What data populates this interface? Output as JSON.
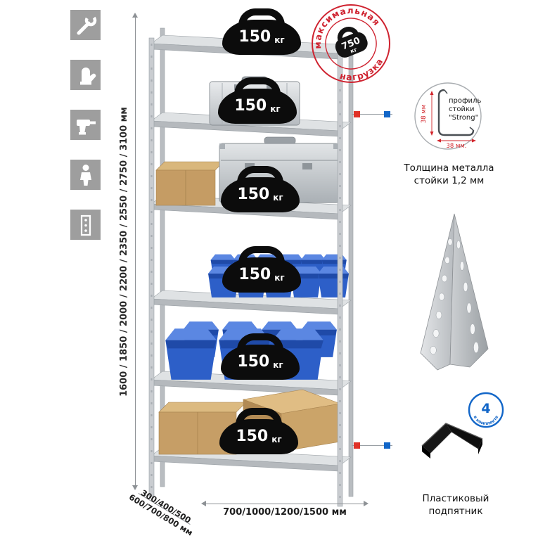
{
  "colors": {
    "accent_red": "#d2232a",
    "accent_blue": "#1266c8",
    "rack_gray": "#c9ccd0",
    "bin_blue": "#2d5fc8"
  },
  "left_icons": [
    {
      "name": "wrench"
    },
    {
      "name": "gloves"
    },
    {
      "name": "drill"
    },
    {
      "name": "person"
    },
    {
      "name": "perforated-post"
    }
  ],
  "stamp": {
    "arc_top": "максимальная",
    "arc_bottom": "нагрузка",
    "weight_value": "750",
    "weight_unit": "кг"
  },
  "shelf_badge": {
    "value": "150",
    "unit": "кг"
  },
  "dimensions": {
    "height": "1600 / 1850 / 2000 / 2200 / 2350 / 2550 / 2750 / 3100 мм",
    "depth_line1": "300/400/500",
    "depth_line2": "600/700/800 мм",
    "width": "700/1000/1200/1500 мм"
  },
  "profile_callout": {
    "label_line1": "профиль",
    "label_line2": "стойки",
    "label_line3": "\"Strong\"",
    "dim_vertical": "38 мм",
    "dim_horizontal": "38 мм.",
    "caption_line1": "Толщина металла",
    "caption_line2": "стойки 1,2 мм"
  },
  "foot_callout": {
    "badge_number": "4",
    "badge_text": "в комплекте",
    "caption_line1": "Пластиковый",
    "caption_line2": "подпятник"
  }
}
